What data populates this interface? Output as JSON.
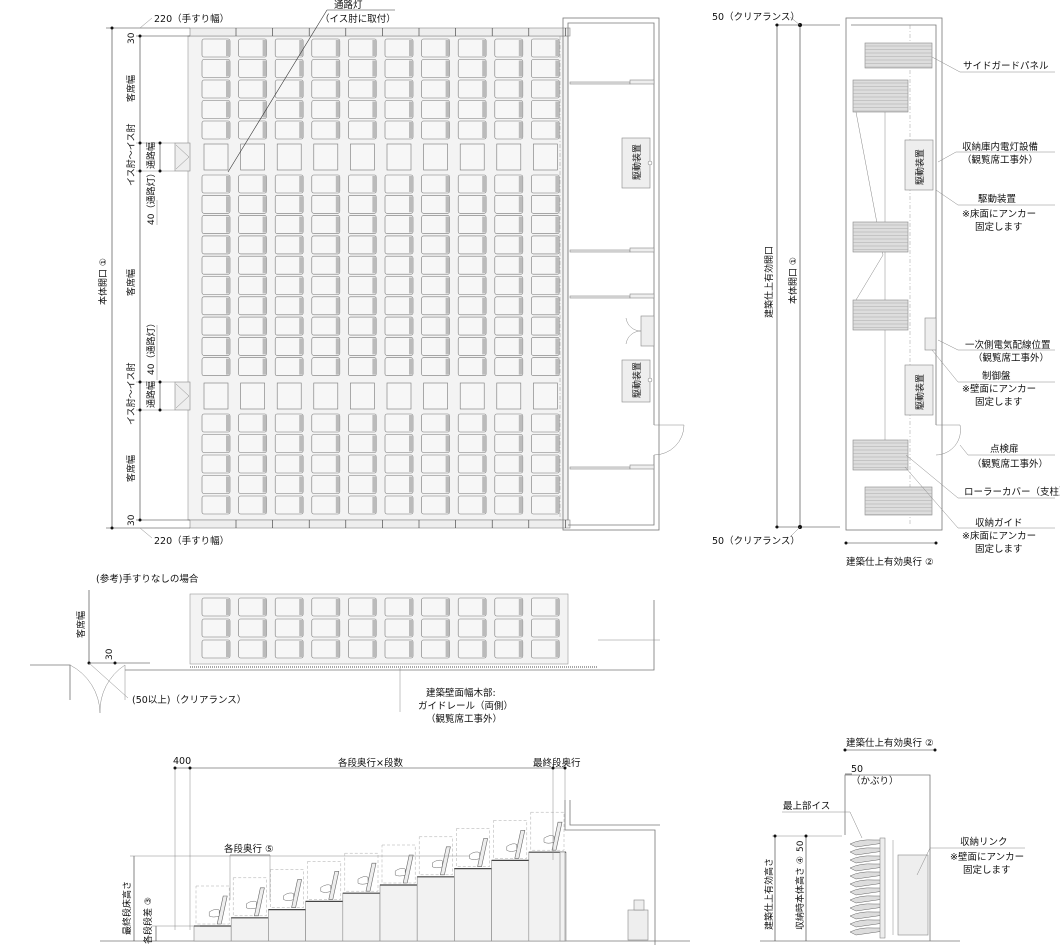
{
  "plan": {
    "handrail_top": "220（手すり幅）",
    "handrail_bottom": "220（手すり幅）",
    "dim_30": "30",
    "aisle_light": "通路灯",
    "aisle_light_note": "（イス肘に取付）",
    "seat_width": "客席幅",
    "arm_to_arm": "イス肘～イス肘",
    "aisle_width": "通路幅",
    "light_40": "40（通路灯）",
    "body_opening": "本体開口 ①",
    "drive_unit": "駆動装置",
    "seat_columns": 10
  },
  "reference": {
    "title": "(参考)手すりなしの場合",
    "seat_width": "客席幅",
    "dim_30": "30",
    "clearance": "(50以上)（クリアランス）",
    "guide_rail": [
      "建築壁面幅木部:",
      "ガイドレール（両側）",
      "（観覧席工事外）"
    ]
  },
  "storage_plan": {
    "clearance_top": "50（クリアランス）",
    "clearance_bottom": "50（クリアランス）",
    "effective_opening": "建築仕上有効開口",
    "body_opening": "本体開口 ①",
    "effective_depth": "建築仕上有効奥行 ②",
    "drive_unit": "駆動装置",
    "callouts": {
      "side_guard": "サイドガードパネル",
      "lighting": [
        "収納庫内電灯設備",
        "（観覧席工事外）"
      ],
      "drive": [
        "駆動装置",
        "※床面にアンカー",
        "固定します"
      ],
      "wiring": [
        "一次側電気配線位置",
        "（観覧席工事外）"
      ],
      "control": [
        "制御盤",
        "※壁面にアンカー",
        "固定します"
      ],
      "inspection_door": [
        "点検扉",
        "（観覧席工事外）"
      ],
      "roller_cover": "ローラーカバー（支柱）",
      "storage_guide": [
        "収納ガイド",
        "※床面にアンカー",
        "固定します"
      ]
    }
  },
  "section": {
    "dim_400": "400",
    "depth_x_rows": "各段奥行×段数",
    "last_depth": "最終段奥行",
    "row_depth": "各段奥行 ⑤",
    "final_floor_height": "最終段床高さ",
    "step_height": "各段段差 ③",
    "steps": 10
  },
  "storage_section": {
    "effective_depth": "建築仕上有効奥行 ②",
    "cover": [
      "50",
      "（かぶり）"
    ],
    "top_seat": "最上部イス",
    "effective_height": "建築仕上有効高さ",
    "storage_height": "収納時本体高さ ④",
    "dim_50": "50",
    "link": [
      "収納リンク",
      "※壁面にアンカー",
      "固定します"
    ]
  }
}
